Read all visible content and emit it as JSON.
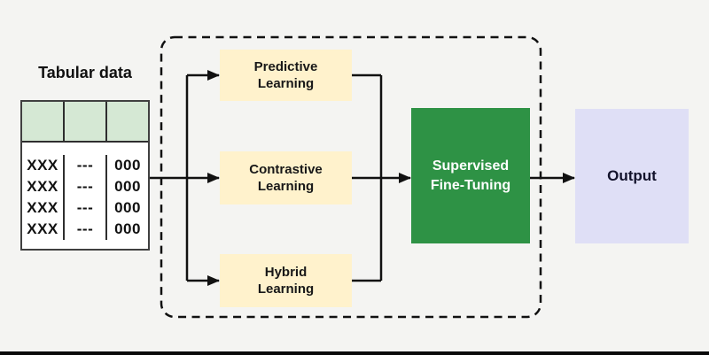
{
  "canvas": {
    "background_color": "#f4f4f2",
    "bottom_bar_color": "#0a0a0a"
  },
  "table": {
    "title": "Tabular data",
    "header_fill": "#d5e8d4",
    "header": [
      "",
      "",
      ""
    ],
    "rows": [
      [
        "XXX",
        "---",
        "000"
      ],
      [
        "XXX",
        "---",
        "000"
      ],
      [
        "XXX",
        "---",
        "000"
      ],
      [
        "XXX",
        "---",
        "000"
      ]
    ]
  },
  "pipeline": {
    "methods": [
      {
        "label": "Predictive Learning"
      },
      {
        "label": "Contrastive Learning"
      },
      {
        "label": "Hybrid Learning"
      }
    ],
    "method_fill": "#fff2cc",
    "sft": {
      "label": "Supervised Fine-Tuning",
      "fill": "#2e9245",
      "text_color": "#ffffff"
    },
    "output": {
      "label": "Output",
      "fill": "#dfdff6",
      "text_color": "#12122b"
    },
    "connector_color": "#111111",
    "dashed_group_border_color": "#111111"
  }
}
